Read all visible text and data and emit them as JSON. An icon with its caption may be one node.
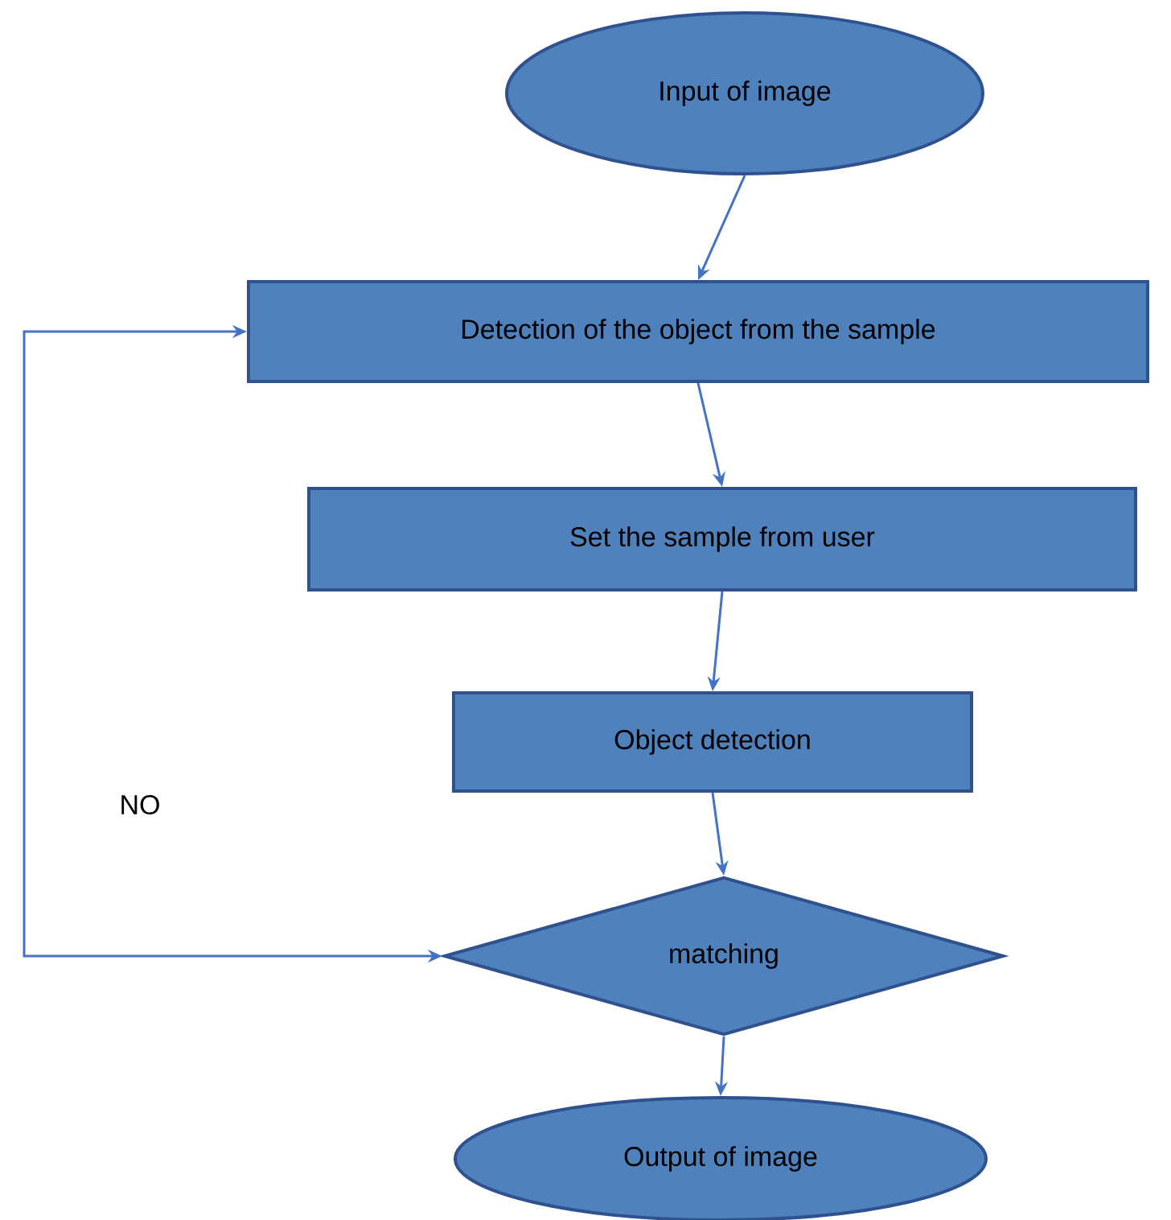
{
  "diagram": {
    "nodes": [
      {
        "text": [
          "Input of image"
        ]
      },
      {
        "text": [
          "Detection of the object from the sample"
        ]
      },
      {
        "text": [
          "Set the sample from user"
        ]
      },
      {
        "text": [
          "Object detection"
        ]
      },
      {
        "text": [
          "matching"
        ]
      },
      {
        "text": [
          "Output of image"
        ]
      }
    ],
    "edges": [
      {
        "from": 0,
        "to": 1,
        "arrow": "to"
      },
      {
        "from": 1,
        "to": 2,
        "arrow": "to"
      },
      {
        "from": 2,
        "to": 3,
        "arrow": "to"
      },
      {
        "from": 3,
        "to": 4,
        "arrow": "to"
      },
      {
        "from": 4,
        "to": 5,
        "arrow": "to"
      },
      {
        "from": 4,
        "to": 1,
        "arrow": "both",
        "label": "NO"
      }
    ]
  }
}
